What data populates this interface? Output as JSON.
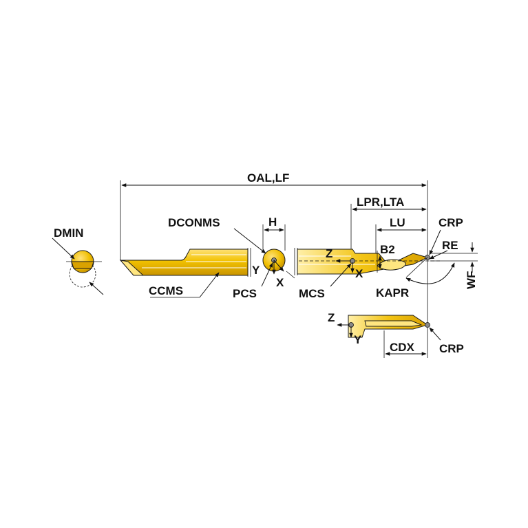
{
  "colors": {
    "insert_fill": "#E8B000",
    "insert_light": "#FFE680",
    "insert_dark": "#B88400",
    "line": "#111111",
    "marker": "#888888"
  },
  "labels": {
    "oal_lf": "OAL,LF",
    "lpr_lta": "LPR,LTA",
    "lu": "LU",
    "crp_top": "CRP",
    "dmin": "DMIN",
    "dconms": "DCONMS",
    "h": "H",
    "re": "RE",
    "b2": "B2",
    "z_main": "Z",
    "y_pcs": "Y",
    "x_pcs": "X",
    "x_mcs": "X",
    "ccms": "CCMS",
    "pcs": "PCS",
    "mcs": "MCS",
    "kapr": "KAPR",
    "wf": "WF",
    "z_bottom": "Z",
    "y_bottom": "Y",
    "cdx": "CDX",
    "crp_bottom": "CRP"
  }
}
